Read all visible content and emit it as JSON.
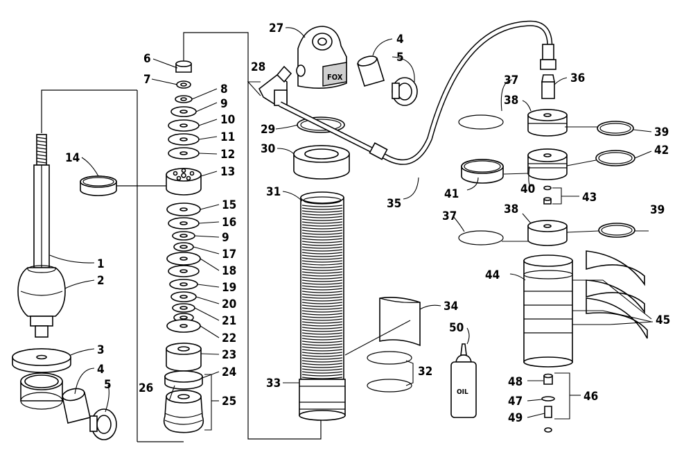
{
  "diagram": {
    "callouts": [
      {
        "id": "1",
        "text": "1"
      },
      {
        "id": "2",
        "text": "2"
      },
      {
        "id": "3",
        "text": "3"
      },
      {
        "id": "4a",
        "text": "4"
      },
      {
        "id": "5a",
        "text": "5"
      },
      {
        "id": "6",
        "text": "6"
      },
      {
        "id": "7",
        "text": "7"
      },
      {
        "id": "8",
        "text": "8"
      },
      {
        "id": "9a",
        "text": "9"
      },
      {
        "id": "10",
        "text": "10"
      },
      {
        "id": "11",
        "text": "11"
      },
      {
        "id": "12",
        "text": "12"
      },
      {
        "id": "13",
        "text": "13"
      },
      {
        "id": "14",
        "text": "14"
      },
      {
        "id": "15",
        "text": "15"
      },
      {
        "id": "16",
        "text": "16"
      },
      {
        "id": "9b",
        "text": "9"
      },
      {
        "id": "17",
        "text": "17"
      },
      {
        "id": "18",
        "text": "18"
      },
      {
        "id": "19",
        "text": "19"
      },
      {
        "id": "20",
        "text": "20"
      },
      {
        "id": "21",
        "text": "21"
      },
      {
        "id": "22",
        "text": "22"
      },
      {
        "id": "23",
        "text": "23"
      },
      {
        "id": "24",
        "text": "24"
      },
      {
        "id": "25",
        "text": "25"
      },
      {
        "id": "26",
        "text": "26"
      },
      {
        "id": "27",
        "text": "27"
      },
      {
        "id": "4b",
        "text": "4"
      },
      {
        "id": "5b",
        "text": "5"
      },
      {
        "id": "28",
        "text": "28"
      },
      {
        "id": "29",
        "text": "29"
      },
      {
        "id": "30",
        "text": "30"
      },
      {
        "id": "31",
        "text": "31"
      },
      {
        "id": "32",
        "text": "32"
      },
      {
        "id": "33",
        "text": "33"
      },
      {
        "id": "34",
        "text": "34"
      },
      {
        "id": "35",
        "text": "35"
      },
      {
        "id": "36",
        "text": "36"
      },
      {
        "id": "37a",
        "text": "37"
      },
      {
        "id": "38a",
        "text": "38"
      },
      {
        "id": "39a",
        "text": "39"
      },
      {
        "id": "40",
        "text": "40"
      },
      {
        "id": "41",
        "text": "41"
      },
      {
        "id": "42",
        "text": "42"
      },
      {
        "id": "43",
        "text": "43"
      },
      {
        "id": "37b",
        "text": "37"
      },
      {
        "id": "38b",
        "text": "38"
      },
      {
        "id": "39b",
        "text": "39"
      },
      {
        "id": "44",
        "text": "44"
      },
      {
        "id": "45",
        "text": "45"
      },
      {
        "id": "46",
        "text": "46"
      },
      {
        "id": "47",
        "text": "47"
      },
      {
        "id": "48",
        "text": "48"
      },
      {
        "id": "49",
        "text": "49"
      },
      {
        "id": "50",
        "text": "50"
      }
    ],
    "oil_bottle_label": "OIL",
    "reservoir_logo": "FOX"
  }
}
